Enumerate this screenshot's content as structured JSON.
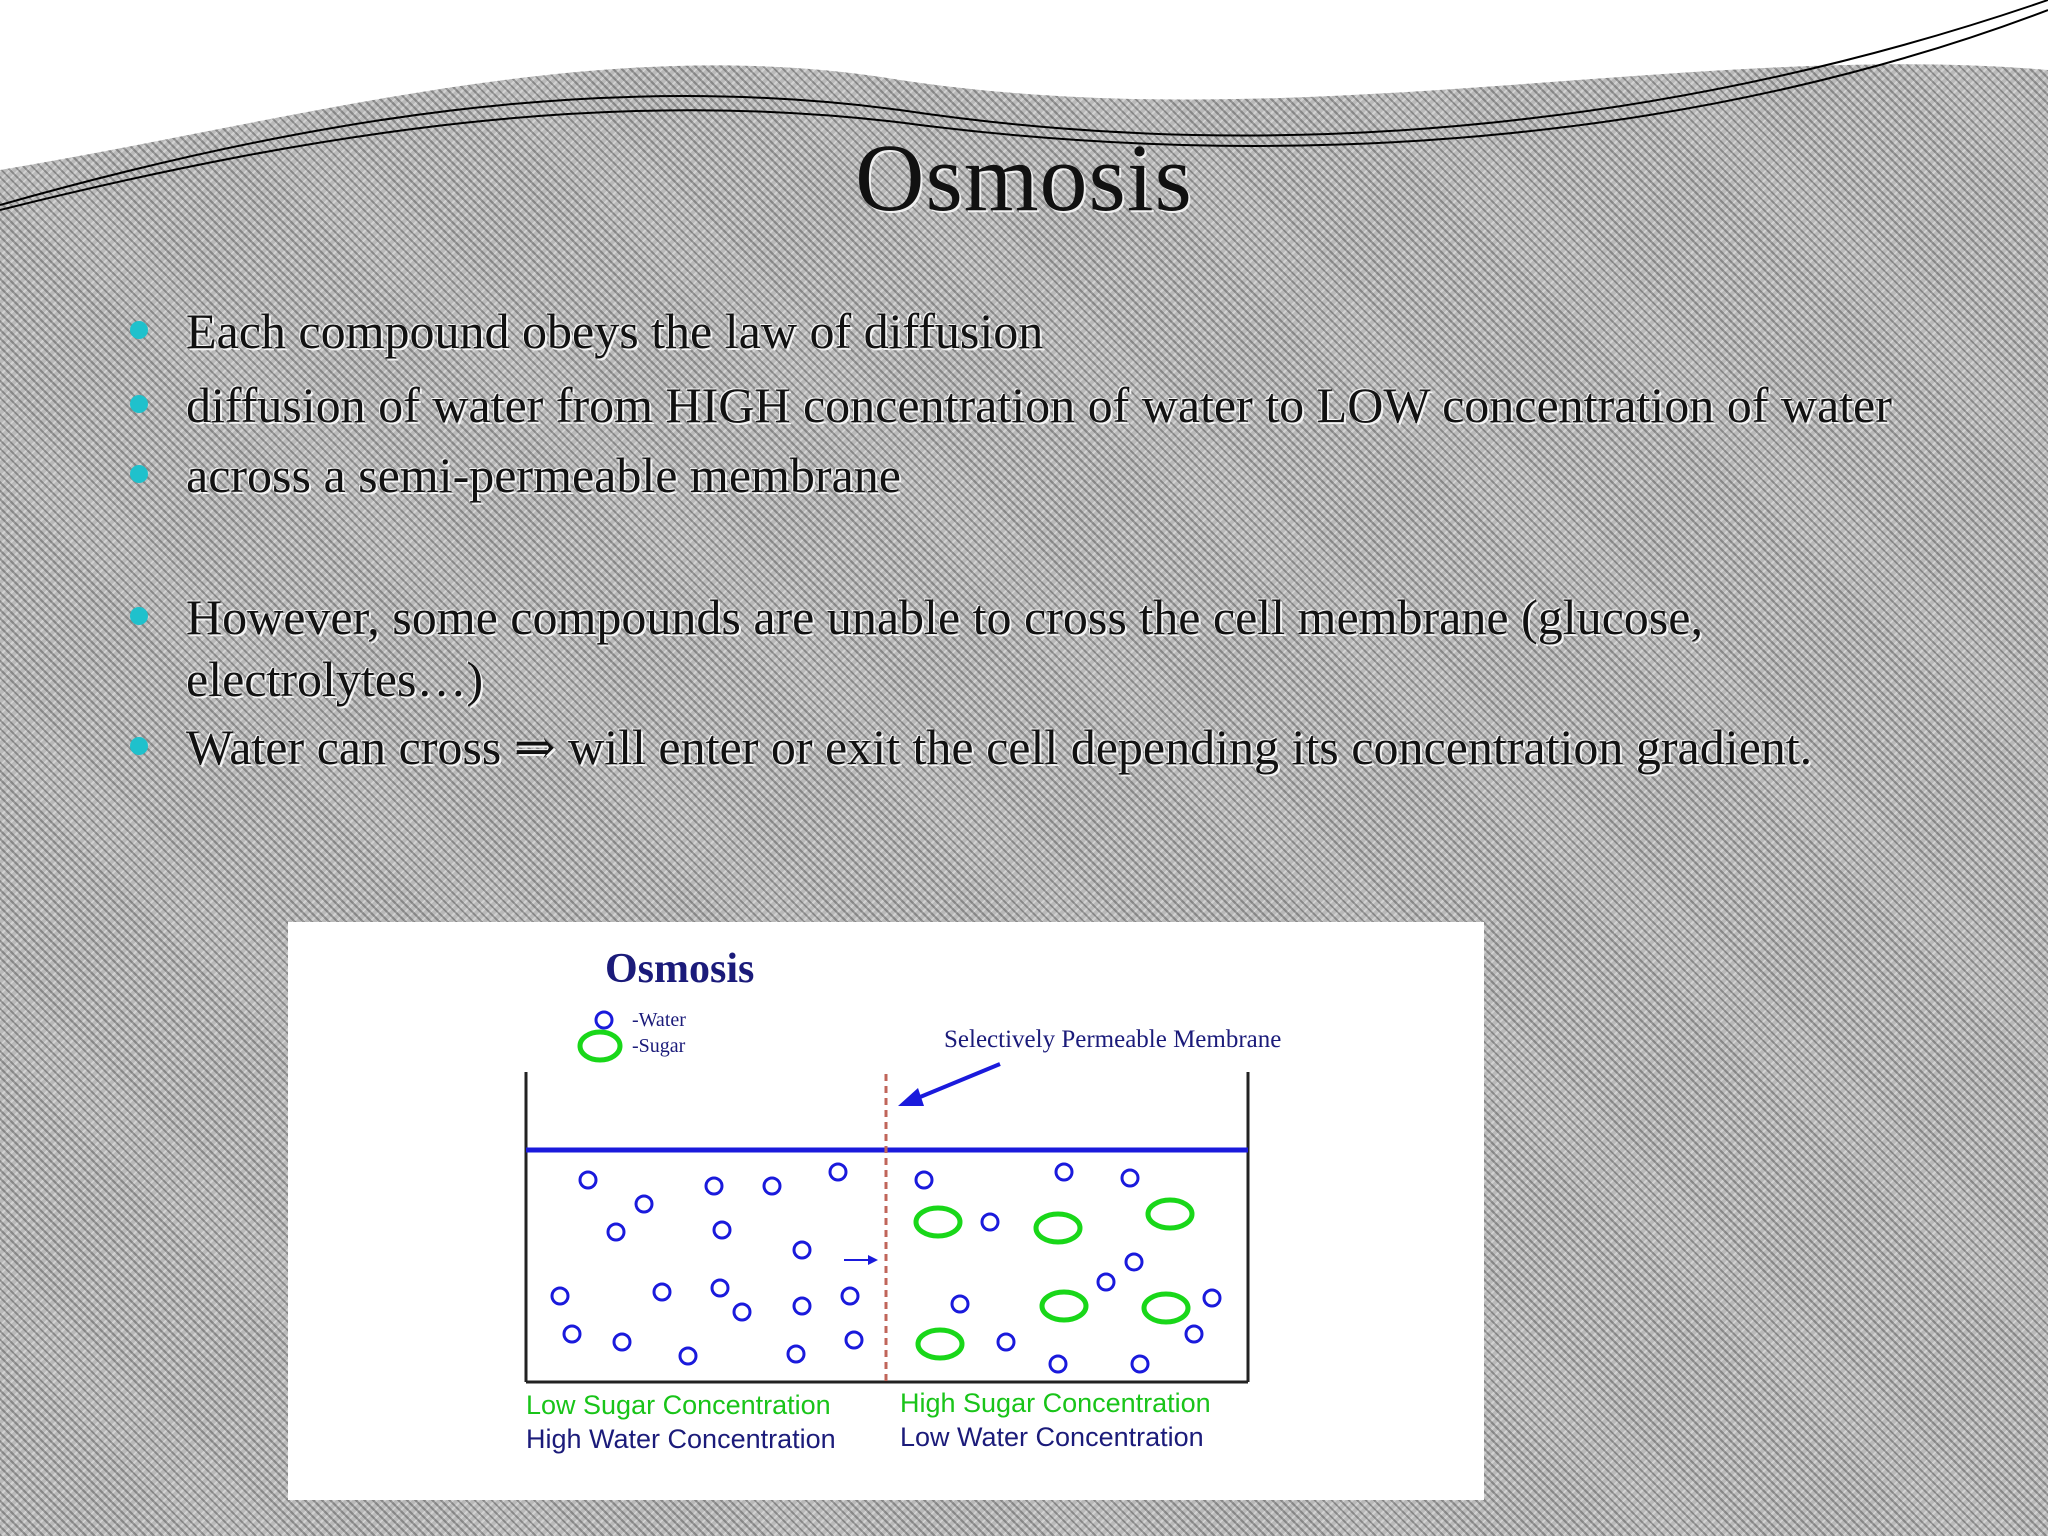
{
  "slide": {
    "title": "Osmosis",
    "bullets": [
      "Each compound obeys the law of diffusion",
      "diffusion of water from HIGH concentration of water to LOW concentration of water",
      "across a semi-permeable membrane",
      "However, some compounds are unable to cross the cell membrane (glucose, electrolytes…)",
      "Water can cross ⇒ will enter or exit the cell depending its concentration gradient."
    ]
  },
  "diagram": {
    "title": "Osmosis",
    "legend": {
      "water": "-Water",
      "sugar": "-Sugar"
    },
    "membrane_label": "Selectively Permeable Membrane",
    "left_label_top": "Low Sugar Concentration",
    "left_label_bottom": "High Water Concentration",
    "right_label_top": "High Sugar Concentration",
    "right_label_bottom": "Low Water Concentration",
    "colors": {
      "water": "#1a1adc",
      "sugar": "#19d719",
      "title": "#1b1b7a",
      "membrane": "#c0655a",
      "label_green": "#19c419",
      "label_blue": "#1b1b7a"
    }
  }
}
